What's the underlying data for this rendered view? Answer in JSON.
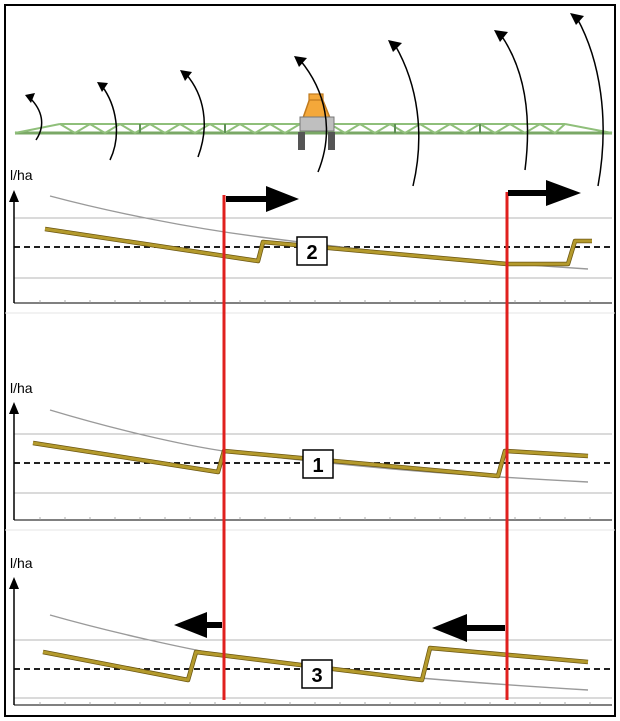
{
  "colors": {
    "frame": "#000000",
    "boom_truss": "#8fbf7a",
    "boom_truss_dark": "#5e8f55",
    "tank": "#f4a83a",
    "tank_outline": "#c07a1e",
    "wheels": "#555555",
    "flow_line": "#b49a2c",
    "flow_line_edge": "#6b5612",
    "reference_line": "#9a9a9a",
    "grid_line": "#b4b4b4",
    "marker_line": "#e0201e",
    "arrow": "#000000"
  },
  "boom": {
    "arrow_icons": [
      "curved-arrow-icon",
      "curved-arrow-icon",
      "curved-arrow-icon",
      "curved-arrow-icon",
      "curved-arrow-icon",
      "curved-arrow-icon",
      "curved-arrow-icon"
    ]
  },
  "panels": [
    {
      "id": "2",
      "y_label": "l/ha",
      "badge": "2",
      "shift_direction": "right",
      "section_count": 3
    },
    {
      "id": "1",
      "y_label": "l/ha",
      "badge": "1",
      "shift_direction": "none",
      "section_count": 3
    },
    {
      "id": "3",
      "y_label": "l/ha",
      "badge": "3",
      "shift_direction": "left",
      "section_count": 3
    }
  ]
}
